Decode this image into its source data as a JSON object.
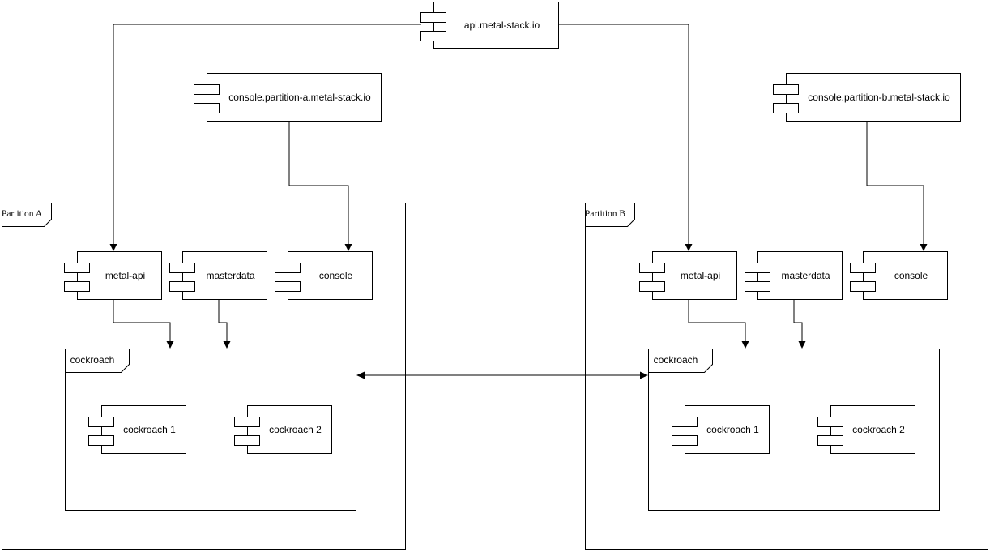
{
  "diagram": {
    "title": "metal-stack multi-partition component diagram",
    "background_color": "#ffffff",
    "stroke_color": "#000000",
    "nodes": {
      "api": "api.metal-stack.io",
      "console_a": "console.partition-a.metal-stack.io",
      "console_b": "console.partition-b.metal-stack.io",
      "partition_a": "Partition A",
      "partition_b": "Partition B",
      "pa_metal_api": "metal-api",
      "pa_masterdata": "masterdata",
      "pa_console": "console",
      "pa_cockroach": "cockroach",
      "pa_cockroach1": "cockroach 1",
      "pa_cockroach2": "cockroach 2",
      "pb_metal_api": "metal-api",
      "pb_masterdata": "masterdata",
      "pb_console": "console",
      "pb_cockroach": "cockroach",
      "pb_cockroach1": "cockroach 1",
      "pb_cockroach2": "cockroach 2"
    },
    "connections": [
      {
        "from": "api.metal-stack.io",
        "to": "Partition A :: metal-api",
        "style": "arrow"
      },
      {
        "from": "api.metal-stack.io",
        "to": "Partition B :: metal-api",
        "style": "arrow"
      },
      {
        "from": "console.partition-a.metal-stack.io",
        "to": "Partition A :: console",
        "style": "arrow"
      },
      {
        "from": "console.partition-b.metal-stack.io",
        "to": "Partition B :: console",
        "style": "arrow"
      },
      {
        "from": "Partition A :: metal-api",
        "to": "Partition A :: cockroach",
        "style": "arrow"
      },
      {
        "from": "Partition A :: masterdata",
        "to": "Partition A :: cockroach",
        "style": "arrow"
      },
      {
        "from": "Partition B :: metal-api",
        "to": "Partition B :: cockroach",
        "style": "arrow"
      },
      {
        "from": "Partition B :: masterdata",
        "to": "Partition B :: cockroach",
        "style": "arrow"
      },
      {
        "from": "Partition A :: cockroach",
        "to": "Partition B :: cockroach",
        "style": "double-arrow"
      },
      {
        "from": "Partition A :: cockroach 1",
        "to": "Partition A :: cockroach 2",
        "style": "double-arrow"
      },
      {
        "from": "Partition B :: cockroach 1",
        "to": "Partition B :: cockroach 2",
        "style": "double-arrow"
      }
    ]
  }
}
